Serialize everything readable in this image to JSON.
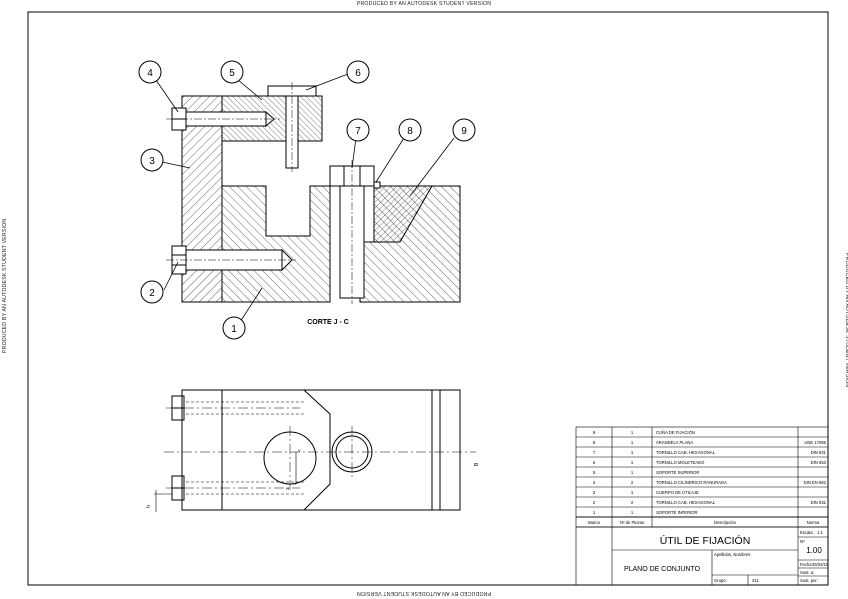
{
  "watermark": "PRODUCED BY AN AUTODESK STUDENT VERSION",
  "balloons": [
    {
      "label": "1"
    },
    {
      "label": "2"
    },
    {
      "label": "3"
    },
    {
      "label": "4"
    },
    {
      "label": "5"
    },
    {
      "label": "6"
    },
    {
      "label": "7"
    },
    {
      "label": "8"
    },
    {
      "label": "9"
    }
  ],
  "section_label": "CORTE J - C",
  "plan_marks": {
    "v": "V",
    "h": "H",
    "right": "B",
    "left": "h"
  },
  "parts_list": {
    "rows": [
      {
        "marca": "9",
        "piezas": "1",
        "descripcion": "CUÑA DE FIJACIÓN",
        "norma": ""
      },
      {
        "marca": "8",
        "piezas": "1",
        "descripcion": "ARANDELA PLANA",
        "norma": "UNE 17066"
      },
      {
        "marca": "7",
        "piezas": "1",
        "descripcion": "TORNILLO CAB. HEXAGONAL",
        "norma": "DIN 931"
      },
      {
        "marca": "6",
        "piezas": "1",
        "descripcion": "TORNILLO MOLETEADO",
        "norma": "DIN 653"
      },
      {
        "marca": "5",
        "piezas": "1",
        "descripcion": "SOPORTE SUPERIOR",
        "norma": ""
      },
      {
        "marca": "4",
        "piezas": "2",
        "descripcion": "TORNILLO CILÍNDRICO RANURADA",
        "norma": "DIN EN 962"
      },
      {
        "marca": "3",
        "piezas": "1",
        "descripcion": "CUERPO DE ÚTILAJE",
        "norma": ""
      },
      {
        "marca": "2",
        "piezas": "2",
        "descripcion": "TORNILLO CAB. HEXAGONAL",
        "norma": "DIN 931"
      },
      {
        "marca": "1",
        "piezas": "1",
        "descripcion": "SOPORTE INFERIOR",
        "norma": ""
      }
    ],
    "header": {
      "marca": "Marca",
      "piezas": "Nº de Piezas",
      "descripcion": "Descripción",
      "norma": "Norma"
    }
  },
  "title_block": {
    "title": "ÚTIL DE FIJACIÓN",
    "subtitle": "PLANO DE CONJUNTO",
    "escala_label": "Escala:",
    "escala_value": "1:1",
    "numero_label": "Nº",
    "numero_value": "1.00",
    "apellidos_label": "Apellidos, Nombres",
    "fecha_label": "Fecha",
    "fecha_value": "25/03/16",
    "sust_label": "Sust. a:",
    "sust_por_label": "Sust. por:",
    "grupo_label": "Grupo:",
    "grupo_value": "311"
  }
}
